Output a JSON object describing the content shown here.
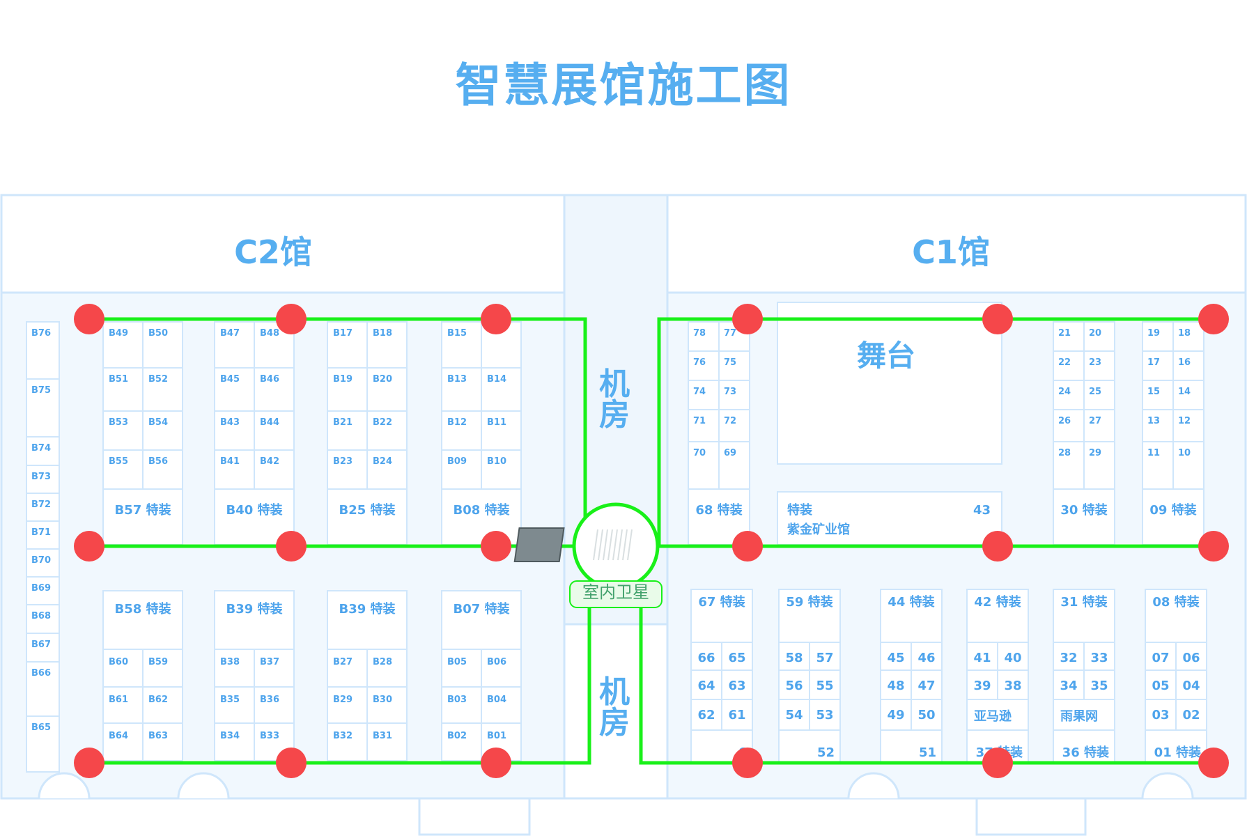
{
  "title": "智慧展馆施工图",
  "halls": {
    "c2": "C2馆",
    "c1": "C1馆"
  },
  "machine_room": "机房",
  "stage": "舞台",
  "satellite_label": "室内卫星",
  "colors": {
    "accent": "#56aef0",
    "wall": "#cfe6fb",
    "floor": "#f1f8fe",
    "cable": "#19f019",
    "ap_node": "#f5474a"
  },
  "c2_left_strip": [
    "B76",
    "B75",
    "B74",
    "B73",
    "B72",
    "B71",
    "B70",
    "B69",
    "B68",
    "B67",
    "B66",
    "B65"
  ],
  "c2_top_blocks": [
    {
      "pairs": [
        [
          "B49",
          "B50"
        ],
        [
          "B51",
          "B52"
        ],
        [
          "B53",
          "B54"
        ],
        [
          "B55",
          "B56"
        ]
      ],
      "bottom": "B57 特装"
    },
    {
      "pairs": [
        [
          "B47",
          "B48"
        ],
        [
          "B45",
          "B46"
        ],
        [
          "B43",
          "B44"
        ],
        [
          "B41",
          "B42"
        ]
      ],
      "bottom": "B40 特装"
    },
    {
      "pairs": [
        [
          "B17",
          "B18"
        ],
        [
          "B19",
          "B20"
        ],
        [
          "B21",
          "B22"
        ],
        [
          "B23",
          "B24"
        ]
      ],
      "bottom": "B25 特装"
    },
    {
      "pairs": [
        [
          "B15",
          ""
        ],
        [
          "B13",
          "B14"
        ],
        [
          "B12",
          "B11"
        ],
        [
          "B09",
          "B10"
        ]
      ],
      "bottom": "B08 特装"
    }
  ],
  "c2_bottom_blocks": [
    {
      "top": "B58 特装",
      "pairs": [
        [
          "B60",
          "B59"
        ],
        [
          "B61",
          "B62"
        ],
        [
          "B64",
          "B63"
        ]
      ]
    },
    {
      "top": "B39 特装",
      "pairs": [
        [
          "B38",
          "B37"
        ],
        [
          "B35",
          "B36"
        ],
        [
          "B34",
          "B33"
        ]
      ]
    },
    {
      "top": "B39 特装",
      "pairs": [
        [
          "B27",
          "B28"
        ],
        [
          "B29",
          "B30"
        ],
        [
          "B32",
          "B31"
        ]
      ]
    },
    {
      "top": "B07 特装",
      "pairs": [
        [
          "B05",
          "B06"
        ],
        [
          "B03",
          "B04"
        ],
        [
          "B02",
          "B01"
        ]
      ]
    }
  ],
  "c1_top_blocks": [
    {
      "pairs": [
        [
          "78",
          "77"
        ],
        [
          "76",
          "75"
        ],
        [
          "74",
          "73"
        ],
        [
          "71",
          "72"
        ],
        [
          "70",
          "69"
        ]
      ],
      "bottom": "68 特装"
    },
    {
      "pairs": [
        [
          "21",
          "20"
        ],
        [
          "22",
          "23"
        ],
        [
          "24",
          "25"
        ],
        [
          "26",
          "27"
        ],
        [
          "28",
          "29"
        ]
      ],
      "bottom": "30 特装"
    },
    {
      "pairs": [
        [
          "19",
          "18"
        ],
        [
          "17",
          "16"
        ],
        [
          "15",
          "14"
        ],
        [
          "13",
          "12"
        ],
        [
          "11",
          "10"
        ]
      ],
      "bottom": "09 特装"
    }
  ],
  "c1_special": {
    "tag": "特装",
    "number": "43",
    "name": "紫金矿业馆"
  },
  "c1_bottom_blocks": [
    {
      "top": "67 特装",
      "rows": [
        [
          "66",
          "65"
        ],
        [
          "64",
          "63"
        ],
        [
          "62",
          "61"
        ]
      ],
      "last": "6"
    },
    {
      "top": "59 特装",
      "rows": [
        [
          "58",
          "57"
        ],
        [
          "56",
          "55"
        ],
        [
          "54",
          "53"
        ]
      ],
      "last": "52"
    },
    {
      "top": "44 特装",
      "rows": [
        [
          "45",
          "46"
        ],
        [
          "48",
          "47"
        ],
        [
          "49",
          "50"
        ]
      ],
      "last": "51"
    },
    {
      "top": "42 特装",
      "rows": [
        [
          "41",
          "40"
        ],
        [
          "39",
          "38"
        ]
      ],
      "brand": "亚马逊",
      "last": "37 特装"
    },
    {
      "top": "31 特装",
      "rows": [
        [
          "32",
          "33"
        ],
        [
          "34",
          "35"
        ]
      ],
      "brand": "雨果网",
      "last": "36 特装"
    },
    {
      "top": "08 特装",
      "rows": [
        [
          "07",
          "06"
        ],
        [
          "05",
          "04"
        ],
        [
          "03",
          "02"
        ]
      ],
      "last": "01 特装"
    }
  ]
}
